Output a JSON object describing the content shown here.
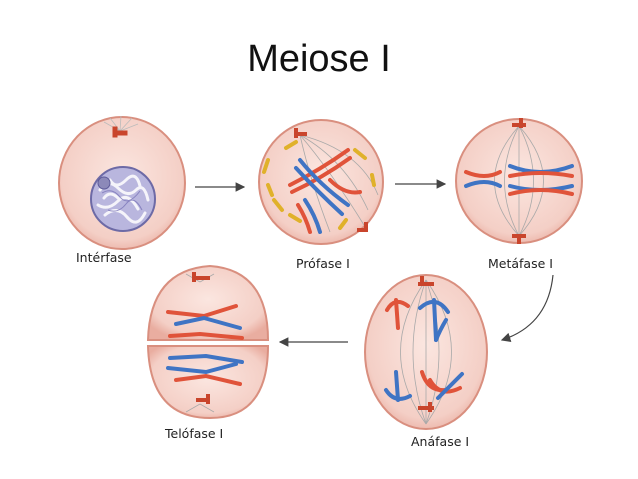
{
  "title": "Meiose I",
  "phases": [
    {
      "label": "Intérfase"
    },
    {
      "label": "Prófase I"
    },
    {
      "label": "Metáfase I"
    },
    {
      "label": "Anáfase I"
    },
    {
      "label": "Telófase I"
    }
  ],
  "colors": {
    "cell_fill": "#f3c9bf",
    "cell_border": "#d98f7f",
    "chromosome_red": "#e0533a",
    "chromosome_blue": "#3f74c4",
    "nucleus": "#b9b6de",
    "centrosome": "#c9452c",
    "arrow": "#444444"
  }
}
